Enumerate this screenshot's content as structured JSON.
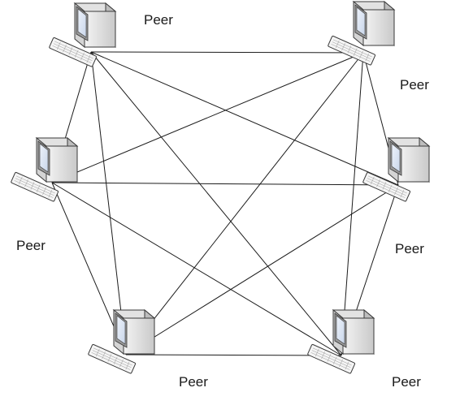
{
  "diagram": {
    "type": "peer-to-peer mesh network",
    "node_icon": "desktop-computer-icon",
    "nodes": [
      {
        "id": "top-left",
        "label": "Peer"
      },
      {
        "id": "top-right",
        "label": "Peer"
      },
      {
        "id": "middle-left",
        "label": "Peer"
      },
      {
        "id": "middle-right",
        "label": "Peer"
      },
      {
        "id": "bottom-left",
        "label": "Peer"
      },
      {
        "id": "bottom-right",
        "label": "Peer"
      }
    ],
    "edges": [
      [
        "top-left",
        "top-right"
      ],
      [
        "top-left",
        "middle-left"
      ],
      [
        "top-left",
        "middle-right"
      ],
      [
        "top-left",
        "bottom-left"
      ],
      [
        "top-left",
        "bottom-right"
      ],
      [
        "top-right",
        "middle-left"
      ],
      [
        "top-right",
        "middle-right"
      ],
      [
        "top-right",
        "bottom-left"
      ],
      [
        "top-right",
        "bottom-right"
      ],
      [
        "middle-left",
        "middle-right"
      ],
      [
        "middle-left",
        "bottom-left"
      ],
      [
        "middle-left",
        "bottom-right"
      ],
      [
        "middle-right",
        "bottom-left"
      ],
      [
        "middle-right",
        "bottom-right"
      ],
      [
        "bottom-left",
        "bottom-right"
      ]
    ]
  }
}
